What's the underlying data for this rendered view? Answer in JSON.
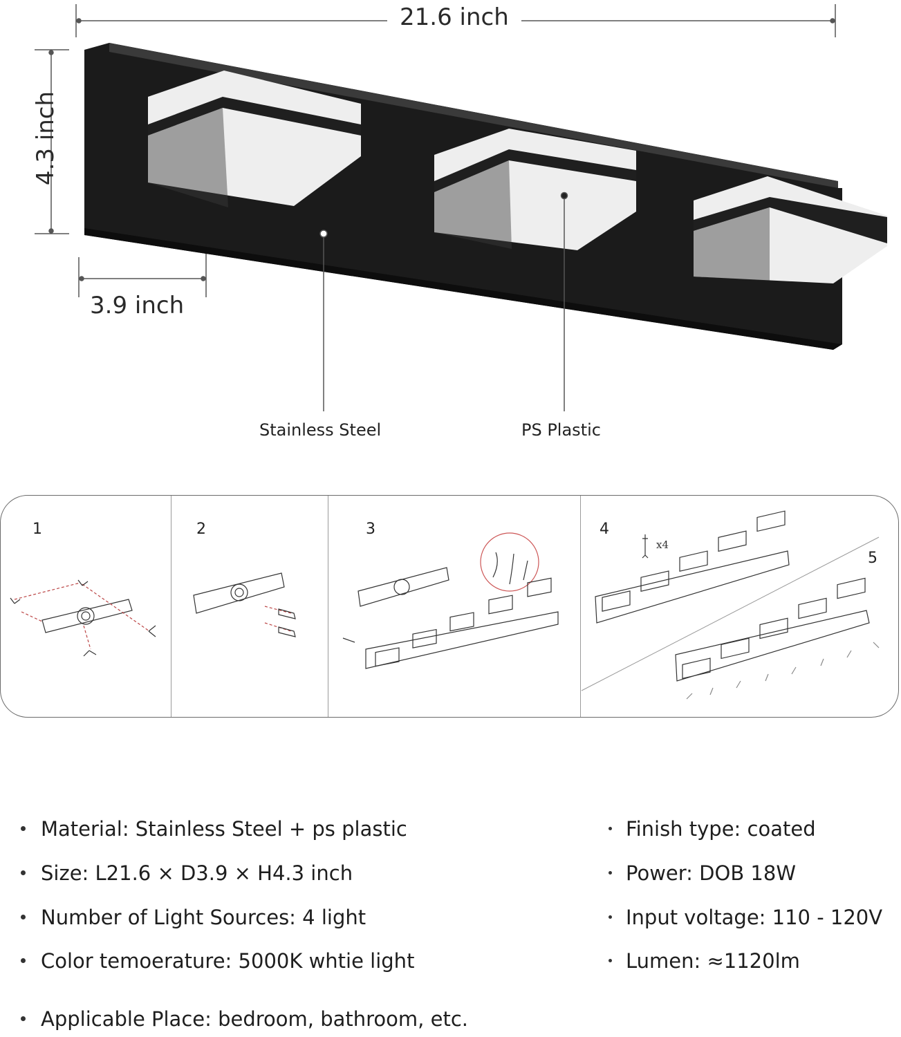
{
  "dimensions": {
    "width": "21.6 inch",
    "height": "4.3 inch",
    "depth": "3.9 inch"
  },
  "callouts": {
    "left": "Stainless Steel",
    "right": "PS Plastic"
  },
  "steps": {
    "labels": [
      "1",
      "2",
      "3",
      "4",
      "5"
    ],
    "screw_count": "x4"
  },
  "specs_left": [
    "Material:  Stainless Steel + ps plastic",
    "Size: L21.6 × D3.9 × H4.3 inch",
    "Number of Light Sources: 4 light",
    "Color temoerature: 5000K whtie light",
    "Applicable Place: bedroom, bathroom, etc."
  ],
  "specs_right": [
    "Finish type: coated",
    "Power: DOB 18W",
    "Input voltage: 110 - 120V",
    "Lumen: ≈1120lm"
  ]
}
